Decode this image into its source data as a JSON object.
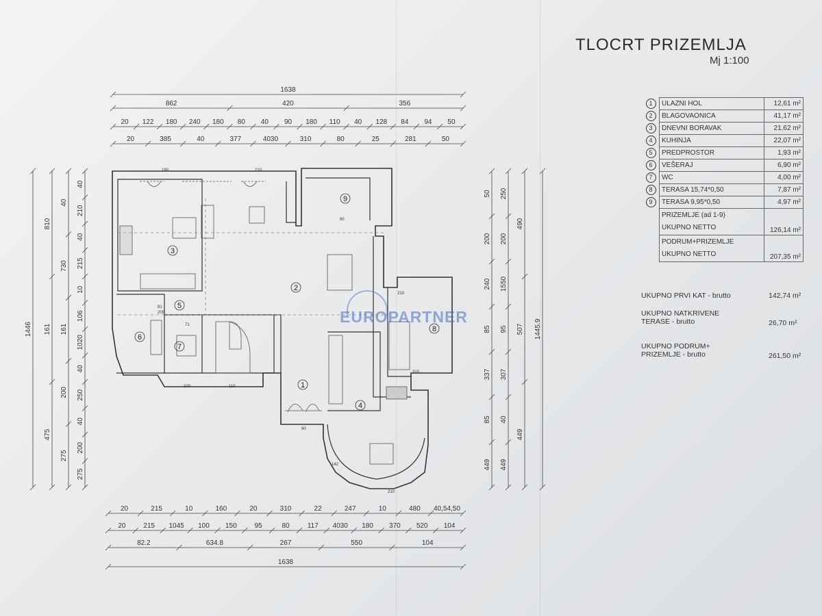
{
  "title": "TLOCRT PRIZEMLJA",
  "scale": "Mj 1:100",
  "watermark": "EUROPARTNER",
  "rooms": [
    {
      "no": "1",
      "name": "ULAZNI HOL",
      "area": "12,61",
      "unit": "m²"
    },
    {
      "no": "2",
      "name": "BLAGOVAONICA",
      "area": "41,17",
      "unit": "m²"
    },
    {
      "no": "3",
      "name": "DNEVNI BORAVAK",
      "area": "21,62",
      "unit": "m²"
    },
    {
      "no": "4",
      "name": "KUHINJA",
      "area": "22,07",
      "unit": "m²"
    },
    {
      "no": "5",
      "name": "PREDPROSTOR",
      "area": "1,93",
      "unit": "m²"
    },
    {
      "no": "6",
      "name": "VEŠERAJ",
      "area": "6,90",
      "unit": "m²"
    },
    {
      "no": "7",
      "name": "WC",
      "area": "4,00",
      "unit": "m²"
    },
    {
      "no": "8",
      "name": "TERASA  15,74*0,50",
      "area": "7,87",
      "unit": "m²"
    },
    {
      "no": "9",
      "name": "TERASA   9,95*0,50",
      "area": "4,97",
      "unit": "m²"
    }
  ],
  "subtotals": [
    {
      "line1": "PRIZEMLJE (ad 1-9)",
      "line2": "UKUPNO NETTO",
      "area": "126,14",
      "unit": "m²"
    },
    {
      "line1": "PODRUM+PRIZEMLJE",
      "line2": "UKUPNO NETTO",
      "area": "207,35",
      "unit": "m²"
    }
  ],
  "totals": [
    {
      "label1": "UKUPNO PRVI KAT - brutto",
      "label2": "",
      "area": "142,74",
      "unit": "m²"
    },
    {
      "label1": "UKUPNO NATKRIVENE",
      "label2": "TERASE - brutto",
      "area": "26,70",
      "unit": "m²"
    },
    {
      "label1": "UKUPNO PODRUM+",
      "label2": "PRIZEMLJE - brutto",
      "area": "261,50",
      "unit": "m²"
    }
  ],
  "dims_top": {
    "row1": [
      "1638"
    ],
    "row2": [
      "862",
      "420",
      "356"
    ],
    "row3": [
      "20",
      "122",
      "180",
      "240",
      "180",
      "80",
      "40",
      "90",
      "180",
      "110",
      "40",
      "128",
      "84",
      "94",
      "50"
    ],
    "row4": [
      "20",
      "385",
      "40",
      "377",
      "4030",
      "310",
      "80",
      "25",
      "281",
      "50"
    ]
  },
  "dims_bottom": {
    "row1": [
      "20",
      "215",
      "10",
      "160",
      "20",
      "310",
      "22",
      "247",
      "10",
      "480",
      "40,54,50"
    ],
    "row2": [
      "20",
      "215",
      "1045",
      "100",
      "150",
      "95",
      "80",
      "117",
      "4030",
      "180",
      "370",
      "520",
      "104"
    ],
    "row3": [
      "82.2",
      "634.8",
      "267",
      "550",
      "104"
    ],
    "row4": [
      "1638"
    ]
  },
  "dims_left": {
    "col1": [
      "1446"
    ],
    "col2": [
      "810",
      "161",
      "475"
    ],
    "col3": [
      "40",
      "730",
      "161",
      "200",
      "275"
    ],
    "col4": [
      "40",
      "210",
      "40",
      "215",
      "10",
      "106",
      "1020",
      "40",
      "250",
      "40",
      "200",
      "275"
    ]
  },
  "dims_right": {
    "col1": [
      "50",
      "200",
      "240",
      "85",
      "337",
      "85",
      "449"
    ],
    "col2": [
      "250",
      "200",
      "1550",
      "95",
      "307",
      "40",
      "449"
    ],
    "col3": [
      "490",
      "507",
      "449"
    ],
    "col4": [
      "1445.9"
    ]
  },
  "room_numbers": [
    "1",
    "2",
    "3",
    "4",
    "5",
    "6",
    "7",
    "8",
    "9"
  ],
  "door_labels": [
    "180",
    "210",
    "80",
    "210",
    "81",
    "200",
    "71",
    "100",
    "110",
    "90",
    "310",
    "142",
    "210"
  ]
}
